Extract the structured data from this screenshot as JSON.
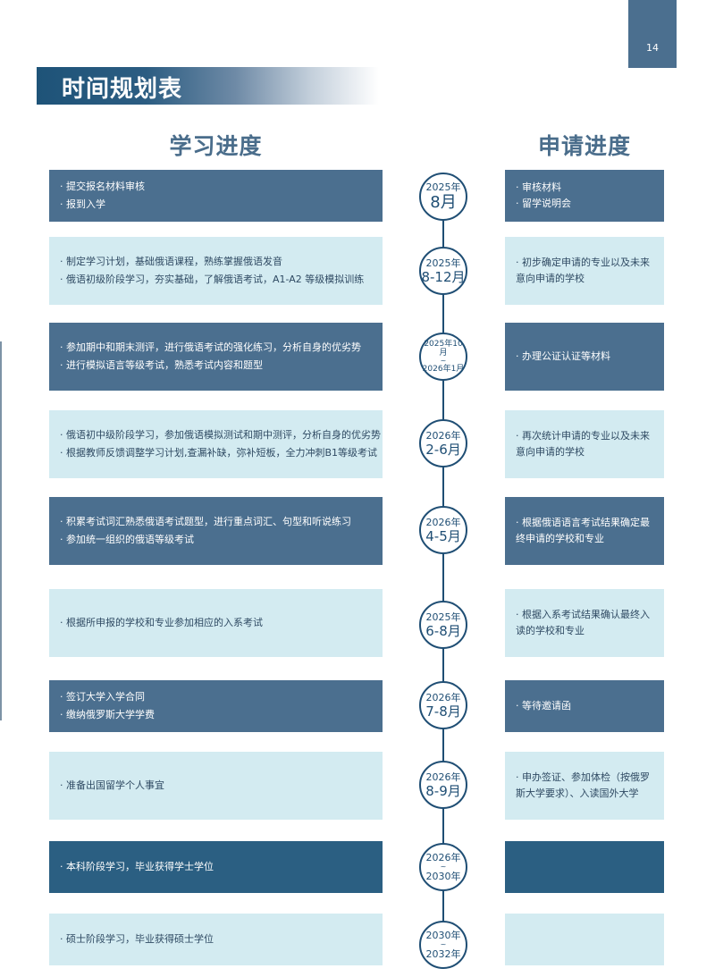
{
  "page_number": "14",
  "title": "时间规划表",
  "headers": {
    "study": "学习进度",
    "apply": "申请进度"
  },
  "rows": [
    {
      "study": [
        "· 提交报名材料审核",
        "· 报到入学"
      ],
      "date": {
        "year": "2025年",
        "month": "8月"
      },
      "apply": [
        "· 审核材料",
        "· 留学说明会"
      ]
    },
    {
      "study": [
        "· 制定学习计划，基础俄语课程，熟练掌握俄语发音",
        "· 俄语初级阶段学习，夯实基础，了解俄语考试，A1-A2 等级模拟训练"
      ],
      "date": {
        "year": "2025年",
        "month": "8-12月"
      },
      "apply": [
        "· 初步确定申请的专业以及未来意向申请的学校"
      ]
    },
    {
      "study": [
        "· 参加期中和期末测评，进行俄语考试的强化练习，分析自身的优劣势",
        "· 进行模拟语言等级考试，熟悉考试内容和题型"
      ],
      "date": {
        "start": "2025年10月",
        "sep": "~",
        "end": "2026年1月"
      },
      "apply": [
        "· 办理公证认证等材料"
      ]
    },
    {
      "study": [
        "· 俄语初中级阶段学习，参加俄语模拟测试和期中测评，分析自身的优劣势",
        "· 根据教师反馈调整学习计划,查漏补缺，弥补短板，全力冲刺B1等级考试"
      ],
      "date": {
        "year": "2026年",
        "month": "2-6月"
      },
      "apply": [
        "· 再次统计申请的专业以及未来意向申请的学校"
      ]
    },
    {
      "study": [
        "· 积累考试词汇熟悉俄语考试题型，进行重点词汇、句型和听说练习",
        "· 参加统一组织的俄语等级考试"
      ],
      "date": {
        "year": "2026年",
        "month": "4-5月"
      },
      "apply": [
        "· 根据俄语语言考试结果确定最终申请的学校和专业"
      ]
    },
    {
      "study": [
        "· 根据所申报的学校和专业参加相应的入系考试"
      ],
      "date": {
        "year": "2025年",
        "month": "6-8月"
      },
      "apply": [
        "· 根据入系考试结果确认最终入读的学校和专业"
      ]
    },
    {
      "study": [
        "· 签订大学入学合同",
        "· 缴纳俄罗斯大学学费"
      ],
      "date": {
        "year": "2026年",
        "month": "7-8月"
      },
      "apply": [
        "· 等待邀请函"
      ]
    },
    {
      "study": [
        "· 准备出国留学个人事宜"
      ],
      "date": {
        "year": "2026年",
        "month": "8-9月"
      },
      "apply": [
        "· 申办签证、参加体检（按俄罗斯大学要求）、入读国外大学"
      ]
    },
    {
      "study": [
        "· 本科阶段学习，毕业获得学士学位"
      ],
      "date": {
        "start": "2026年",
        "sep": "~",
        "end": "2030年"
      },
      "apply": []
    },
    {
      "study": [
        "· 硕士阶段学习，毕业获得硕士学位"
      ],
      "date": {
        "start": "2030年",
        "sep": "~",
        "end": "2032年"
      },
      "apply": []
    }
  ]
}
